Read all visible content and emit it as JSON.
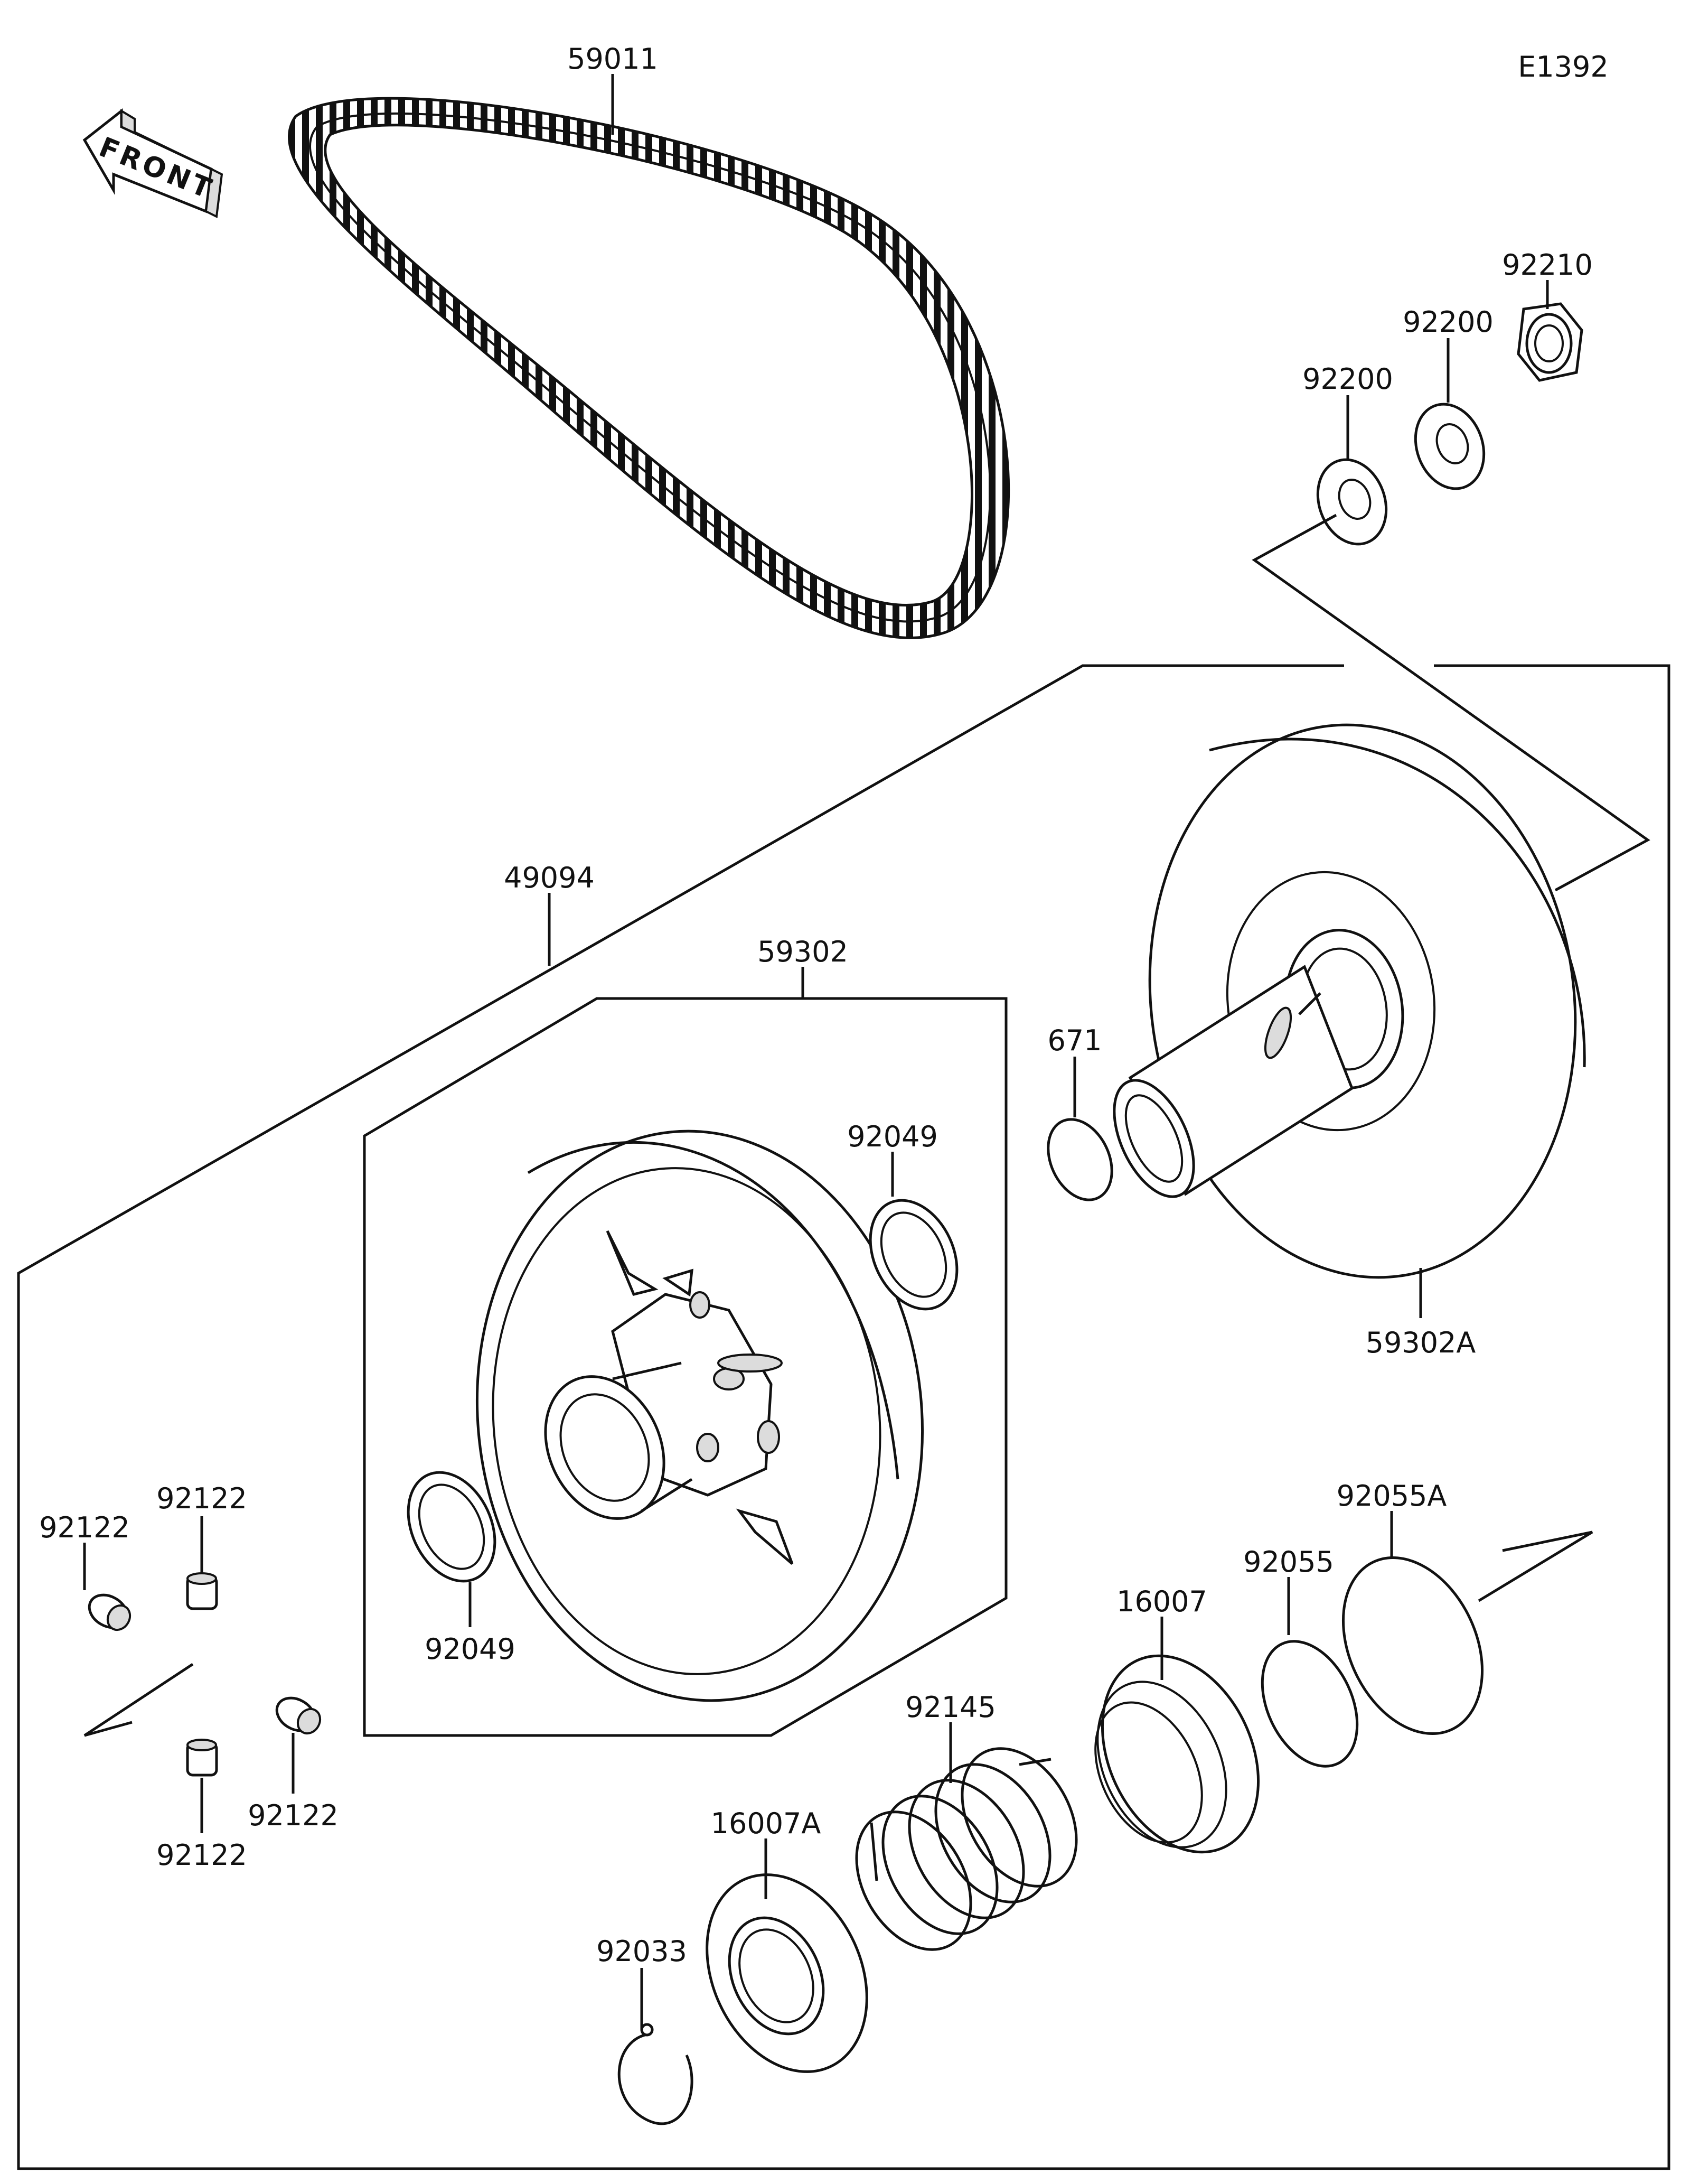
{
  "diagram_code": "E1392",
  "front_label": "FRONT",
  "labels": {
    "belt": "59011",
    "nut": "92210",
    "washer_a": "92200",
    "washer_b": "92200",
    "assembly": "49094",
    "sheave_inner": "59302",
    "oring": "671",
    "sheave_outer": "59302A",
    "bush_top": "92049",
    "bush_bottom": "92049",
    "roller_1": "92122",
    "roller_2": "92122",
    "roller_3": "92122",
    "roller_4": "92122",
    "ring_a": "92055A",
    "ring_b": "92055",
    "cam": "16007",
    "spring": "92145",
    "cam_a": "16007A",
    "circlip": "92033"
  }
}
